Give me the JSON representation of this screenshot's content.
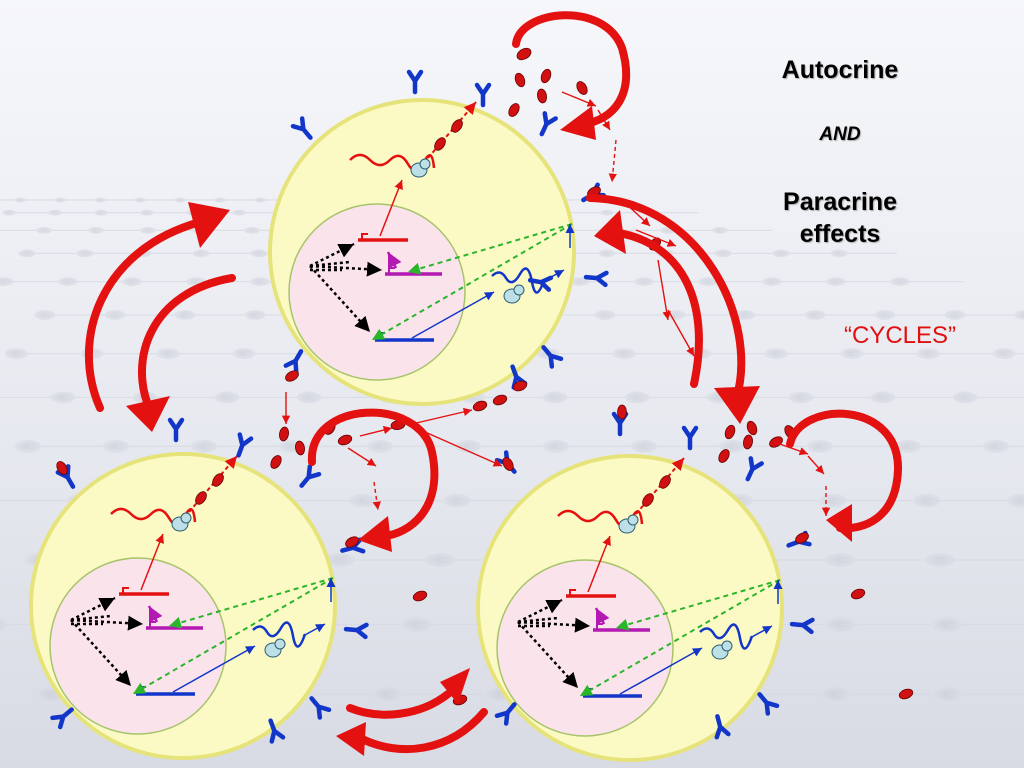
{
  "heading": {
    "title": "Autocrine",
    "conjunction": "AND",
    "line2": "Paracrine",
    "line3": "effects"
  },
  "cycles_label": "“CYCLES”",
  "colors": {
    "cell": "#fcfac4",
    "cell_border": "#e5e37a",
    "nucleus": "#fbe3ec",
    "nucleus_border": "#a6c46a",
    "arrow": "#e41111",
    "ligand": "#d11111",
    "receptor": "#1236c8",
    "dashed_signal": "#2bb52b",
    "gene_magenta": "#b21ab2"
  },
  "icons": {
    "receptor": "y-shaped-receptor-icon",
    "ligand": "red-oval-ligand-icon",
    "cycle_arrow": "curved-red-arrow-icon"
  }
}
